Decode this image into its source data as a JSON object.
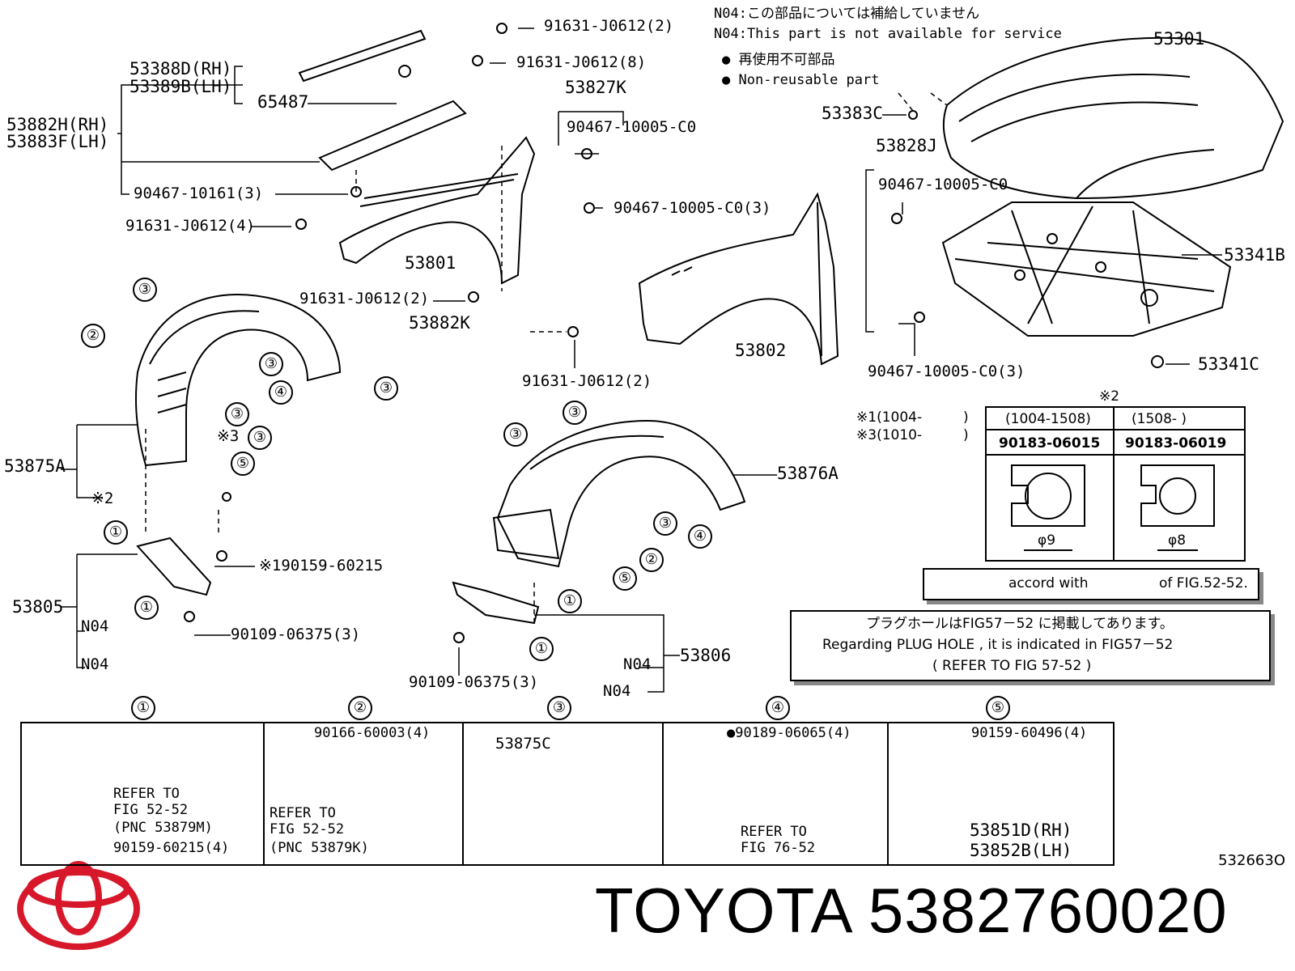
{
  "notes": {
    "n04_jp": "N04:この部品については補給していません",
    "n04_en": "N04:This part is not available for service",
    "nonreusable_jp": "再使用不可部品",
    "nonreusable_en": "Non-reusable part"
  },
  "labels": {
    "p53301": "53301",
    "p53383c": "53383C",
    "p53341b": "53341B",
    "p53341c": "53341C",
    "p53828j": "53828J",
    "p90467_co_a": "90467-10005-C0",
    "p90467_co_b": "90467-10005-C0(3)",
    "p53802": "53802",
    "p91631_2_top": "91631-J0612(2)",
    "p91631_8": "91631-J0612(8)",
    "p53827k": "53827K",
    "p90467_co_c": "90467-10005-C0",
    "p90467_co_d": "90467-10005-C0(3)",
    "p53388d": "53388D(RH)",
    "p53389b": "53389B(LH)",
    "p65487": "65487",
    "p53882h": "53882H(RH)",
    "p53883f": "53883F(LH)",
    "p90467_10161": "90467-10161(3)",
    "p91631_4": "91631-J0612(4)",
    "p53801": "53801",
    "p91631_2_mid": "91631-J0612(2)",
    "p53882k": "53882K",
    "p91631_2_low": "91631-J0612(2)",
    "p53875a": "53875A",
    "p53876a": "53876A",
    "p90159_60215": "90159-60215",
    "p53805": "53805",
    "p90109_a": "90109-06375(3)",
    "p90109_b": "90109-06375(3)",
    "p53806": "53806",
    "n04_a": "N04",
    "n04_b": "N04",
    "n04_c": "N04",
    "n04_d": "N04",
    "ref_x1": "※1",
    "ref_x2a": "※2",
    "ref_x3": "※3"
  },
  "circled": [
    "①",
    "②",
    "③",
    "④",
    "⑤"
  ],
  "date_table": {
    "header_mark": "※2",
    "row1_mark": "※1",
    "row1_text": "(1004-",
    "row1_close": ")",
    "row2_mark": "※3",
    "row2_text": "(1010-",
    "row2_close": ")",
    "col1_range": "(1004-1508)",
    "col2_range": "(1508-       )",
    "col1_part": "90183-06015",
    "col2_part": "90183-06019",
    "col1_dim": "φ9",
    "col2_dim": "φ8"
  },
  "accord": {
    "text1": "accord with",
    "text2": "of FIG.52-52."
  },
  "plug_hole": {
    "jp": "プラグホールはFIG57－52 に掲載してあります。",
    "en": "Regarding  PLUG HOLE , it is indicated  in  FIG57－52",
    "ref": "(     REFER  TO FIG 57-52     )"
  },
  "details": [
    {
      "num": "①",
      "l1": "REFER  TO",
      "l2": "FIG  52-52",
      "l3": "(PNC  53879M)",
      "l4": "90159-60215(4)"
    },
    {
      "num": "②",
      "top": "90166-60003(4)",
      "l1": "REFER  TO",
      "l2": "FIG  52-52",
      "l3": "(PNC  53879K)"
    },
    {
      "num": "③",
      "top": "53875C"
    },
    {
      "num": "④",
      "top": "90189-06065(4)",
      "l1": "REFER  TO",
      "l2": "FIG  76-52"
    },
    {
      "num": "⑤",
      "top": "90159-60496(4)",
      "l1": "53851D(RH)",
      "l2": "53852B(LH)"
    }
  ],
  "footer": {
    "diagram_code": "532663O",
    "brand_part": "TOYOTA 5382760020"
  },
  "colors": {
    "logo_red": "#d7182a"
  }
}
